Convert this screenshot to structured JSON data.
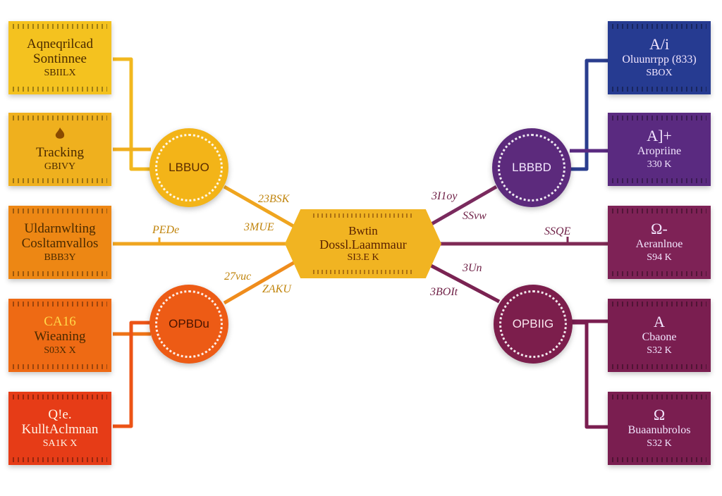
{
  "center": {
    "title": "Bwtin",
    "subtitle": "Dossl.Laammaur",
    "value": "SI3.E K"
  },
  "hubs": {
    "left_top": "LBBUO",
    "left_bottom": "OPBDu",
    "right_top": "LBBBD",
    "right_bottom": "OPBIIG"
  },
  "cards": {
    "l1": {
      "title": "Aqneqrilcad",
      "subtitle": "Sontinnee",
      "value": "SBIILX"
    },
    "l2": {
      "icon": "flame-icon",
      "title": "Tracking",
      "value": "GBIVY"
    },
    "l3": {
      "title": "Uldarnwlting",
      "subtitle": "Cosltamvallos",
      "value": "BBB3Y"
    },
    "l4": {
      "title": "CA16",
      "subtitle": "Wieaning",
      "value": "S03X X"
    },
    "l5": {
      "title": "Q!e.",
      "subtitle": "KulltAclmnan",
      "value": "SA1K X"
    },
    "r1": {
      "title": "A/i",
      "subtitle": "Oluunrrpp (833)",
      "value": "SBOX"
    },
    "r2": {
      "title": "A]+",
      "subtitle": "Aropriine",
      "value": "330 K"
    },
    "r3": {
      "title": "Ω-",
      "subtitle": "Aeranlnoe",
      "value": "S94 K"
    },
    "r4": {
      "title": "A",
      "subtitle": "Cbaone",
      "value": "S32 K"
    },
    "r5": {
      "title": "Ω",
      "subtitle": "Buaanubrolos",
      "value": "S32 K"
    }
  },
  "edges": {
    "e1": "23BSK",
    "e2": "3MUE",
    "e3": "PEDe",
    "e4": "27vuc",
    "e5": "ZAKU",
    "e6": "3I1oy",
    "e7": "SSvw",
    "e8": "SSQE",
    "e9": "3Un",
    "e10": "3BOIt"
  },
  "colors": {
    "l1": "#f4c21f",
    "l2": "#efb01e",
    "l3": "#ed8714",
    "l4": "#ee6a14",
    "l5": "#e63c17",
    "r1": "#263b91",
    "r2": "#5a2a80",
    "r3": "#7e2256",
    "r4": "#7a1e50",
    "r5": "#7a1e50",
    "hub_lt": "#f3b418",
    "hub_lb": "#ed5b15",
    "hub_rt": "#5c2a7c",
    "hub_rb": "#7c1e4c",
    "center": "#f1b422",
    "wire_left": "#efa51f",
    "wire_right": "#7f2a55",
    "label_left": "#c0840c",
    "label_right": "#6e1f45"
  }
}
